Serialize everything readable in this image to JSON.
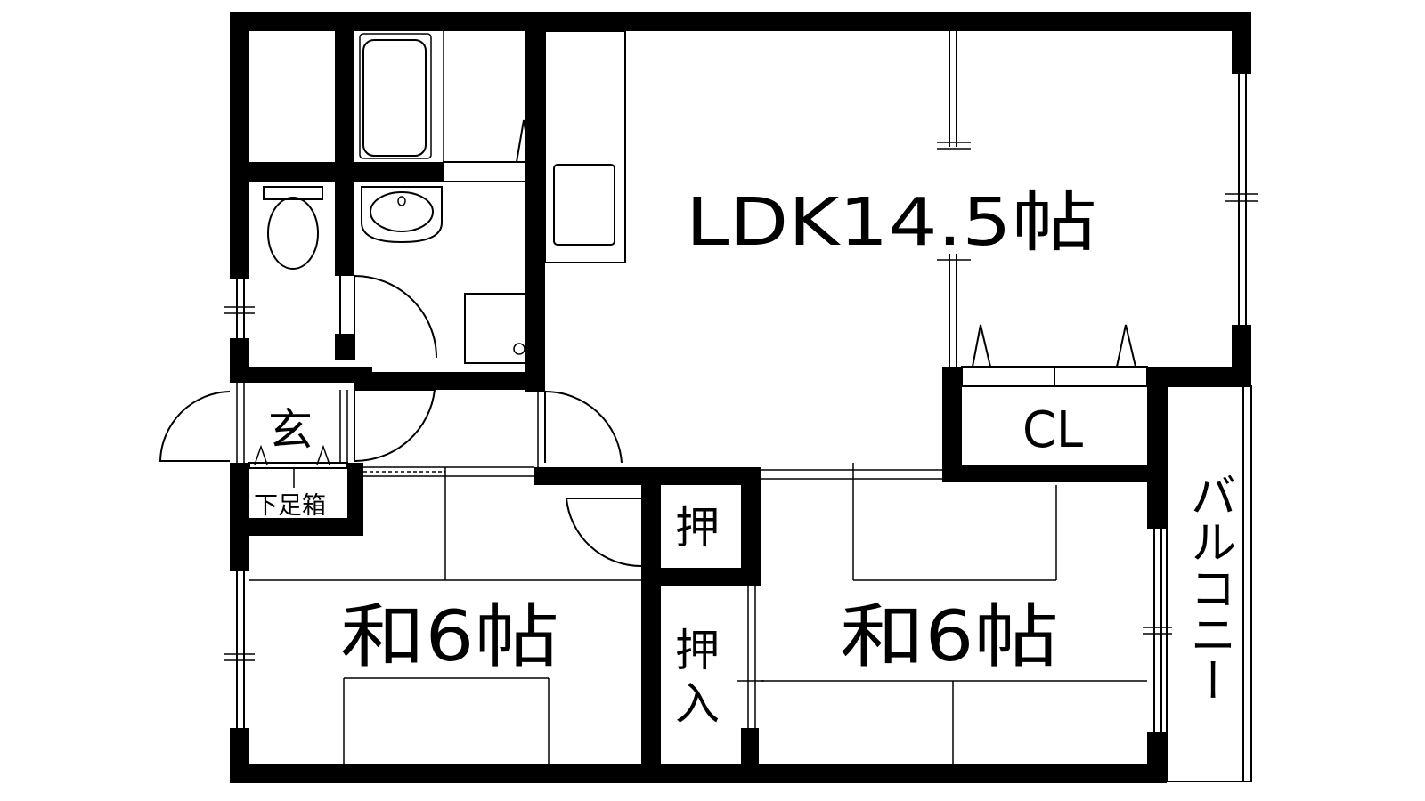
{
  "labels": {
    "ldk": "LDK14.5帖",
    "washitsu_left": "和6帖",
    "washitsu_right": "和6帖",
    "genkan": "玄",
    "getabako": "下足箱",
    "oshi": "押",
    "oshiire_1": "押",
    "oshiire_2": "入",
    "closet": "CL",
    "balcony": "バルコニー"
  }
}
